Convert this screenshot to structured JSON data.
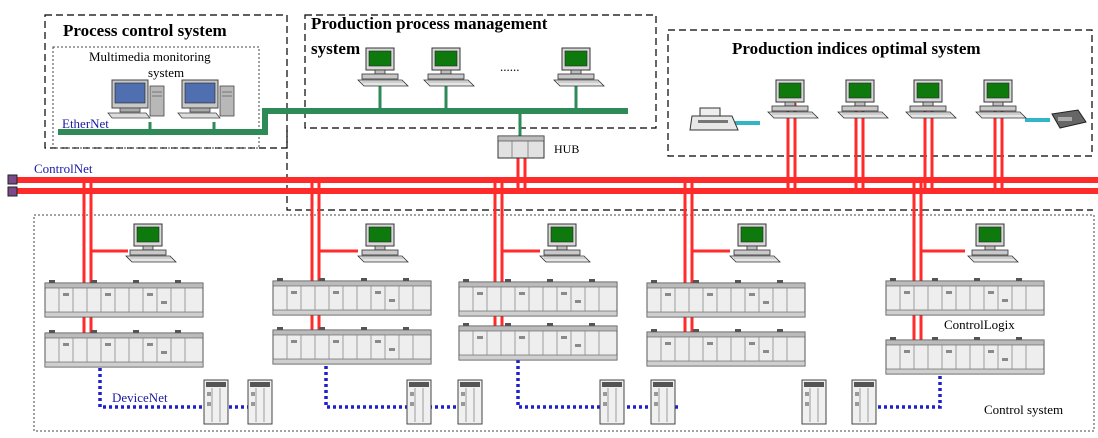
{
  "labels": {
    "process_control": "Process control system",
    "multimedia_line1": "Multimedia monitoring",
    "multimedia_line2": "system",
    "production_mgmt_line1": "Production process management",
    "production_mgmt_line2": "system",
    "ellipsis": "......",
    "production_indices": "Production indices optimal system",
    "ethernet": "EtherNet",
    "controlnet": "ControlNet",
    "hub": "HUB",
    "controllogix": "ControlLogix",
    "devicenet": "DeviceNet",
    "control_system": "Control system"
  },
  "colors": {
    "controlnet": "#ff2a2a",
    "ethernet": "#2e8b57",
    "devicenet": "#1f1fcc",
    "peripheral_link": "#33b5c8",
    "monitor_screen": "#0e7a0e",
    "boundary": "#000000",
    "blue_text": "#1a1aa8"
  },
  "icons": [
    "workstation-icon",
    "hub-icon",
    "plc-rack-icon",
    "io-module-icon",
    "printer-icon",
    "scanner-icon",
    "network-terminator-icon"
  ]
}
